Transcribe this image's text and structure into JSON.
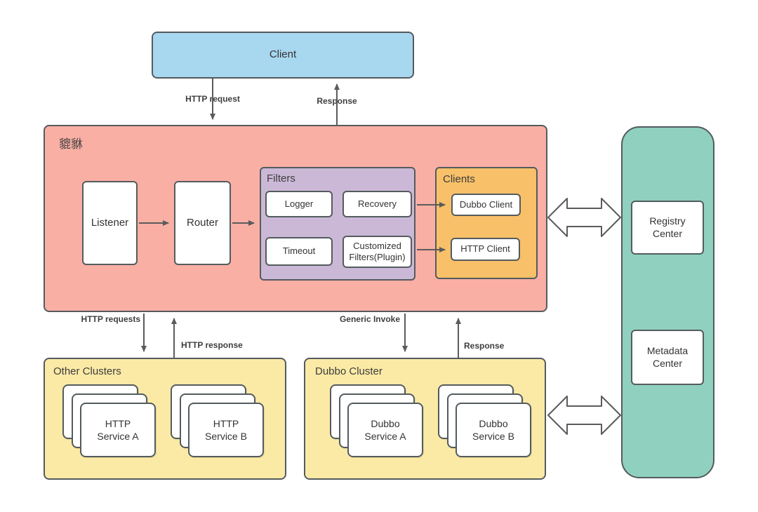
{
  "colors": {
    "client_fill": "#A8D7F0",
    "pixiu_fill": "#F9AFA4",
    "filters_fill": "#CBB8D6",
    "clients_fill": "#F7C069",
    "registry_fill": "#8FD1BE",
    "cluster_fill": "#FBEAA6",
    "box_border": "#545B5E",
    "arrow": "#5B5B5B"
  },
  "nodes": {
    "client": {
      "label": "Client"
    },
    "pixiu": {
      "label": "貔貅"
    },
    "listener": {
      "label": "Listener"
    },
    "router": {
      "label": "Router"
    },
    "filters": {
      "title": "Filters",
      "logger": "Logger",
      "recovery": "Recovery",
      "timeout": "Timeout",
      "customized": "Customized Filters(Plugin)"
    },
    "clients": {
      "title": "Clients",
      "dubbo_client": "Dubbo Client",
      "http_client": "HTTP Client"
    },
    "registry_panel": {
      "registry_center": "Registry Center",
      "metadata_center": "Metadata Center"
    },
    "other_clusters": {
      "title": "Other Clusters",
      "service_a": "HTTP Service A",
      "service_b": "HTTP Service B"
    },
    "dubbo_cluster": {
      "title": "Dubbo Cluster",
      "service_a": "Dubbo Service A",
      "service_b": "Dubbo Service B"
    }
  },
  "edges": {
    "http_request": "HTTP request",
    "response_top": "Response",
    "http_requests": "HTTP requests",
    "http_response": "HTTP response",
    "generic_invoke": "Generic Invoke",
    "response_bottom": "Response"
  }
}
